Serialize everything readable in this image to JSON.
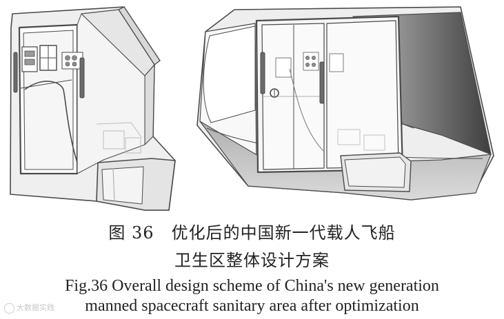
{
  "figure": {
    "caption_cn_line1": "图 36　优化后的中国新一代载人飞船",
    "caption_cn_line2": "卫生区整体设计方案",
    "caption_en_line1": "Fig.36 Overall design scheme of China's new generation",
    "caption_en_line2": "manned spacecraft sanitary area after optimization"
  },
  "watermark": {
    "text": "大数据实践",
    "icon": "wechat-logo-icon"
  },
  "colors": {
    "line": "#4a4a4a",
    "surface_light": "#f2f2f2",
    "surface_mid": "#d9d9d9",
    "surface_dark": "#6b6b6b",
    "watermark": "#c8c8c8"
  }
}
